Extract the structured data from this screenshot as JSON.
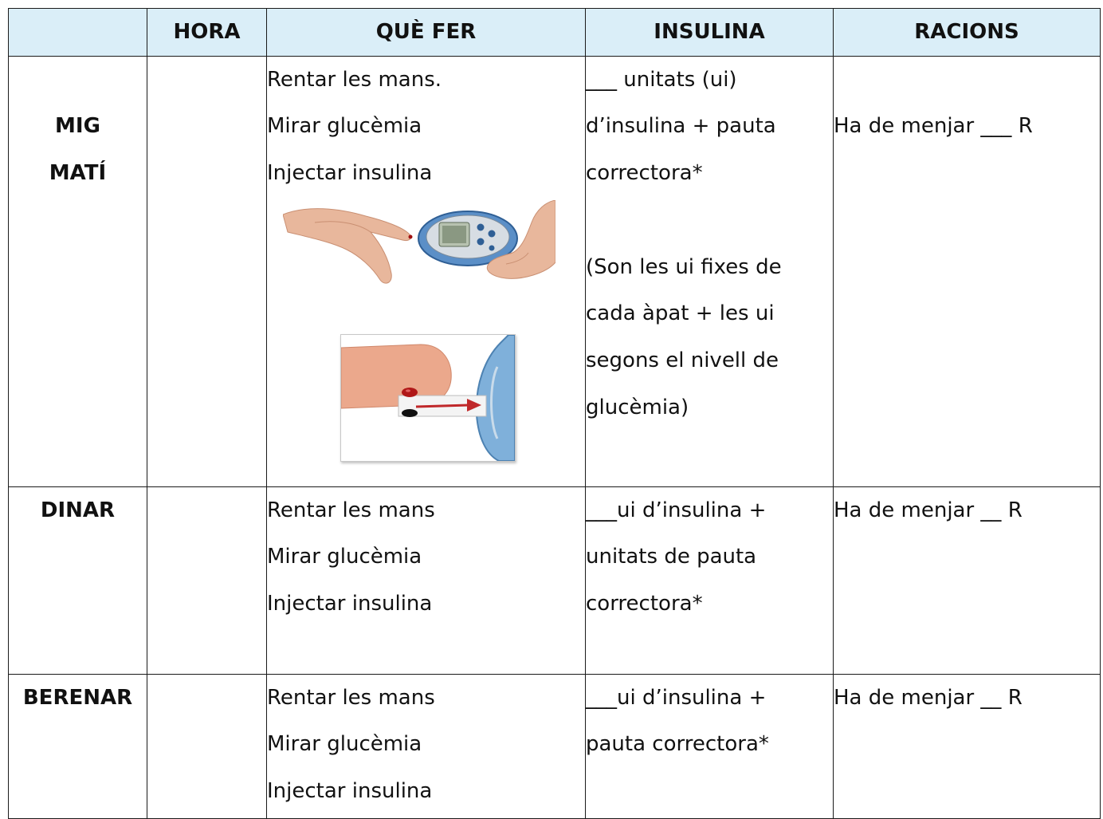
{
  "header": {
    "col0": "",
    "hora": "HORA",
    "que_fer": "QUÈ FER",
    "insulina": "INSULINA",
    "racions": "RACIONS"
  },
  "rows": [
    {
      "label_lines": [
        "MIG",
        "MATÍ"
      ],
      "hora": "",
      "que_fer": [
        "Rentar les mans.",
        "Mirar glucèmia",
        "Injectar insulina"
      ],
      "insulina": [
        "___ unitats (ui)",
        "d’insulina + pauta",
        "correctora*"
      ],
      "insulina_note": [
        "(Son les ui fixes de",
        "cada àpat + les ui",
        "segons el nivell de",
        "glucèmia)"
      ],
      "racions": "Ha de menjar ___ R"
    },
    {
      "label_lines": [
        "DINAR"
      ],
      "hora": "",
      "que_fer": [
        "Rentar les mans",
        "Mirar glucèmia",
        "Injectar insulina"
      ],
      "insulina": [
        "___ui d’insulina +",
        "unitats de pauta",
        "correctora*"
      ],
      "racions": "Ha de menjar  __ R"
    },
    {
      "label_lines": [
        "BERENAR"
      ],
      "hora": "",
      "que_fer": [
        "Rentar les mans",
        "Mirar glucèmia",
        "Injectar insulina"
      ],
      "insulina": [
        "___ui d’insulina +",
        "pauta correctora*"
      ],
      "racions": "Ha de menjar  __ R"
    }
  ],
  "images": [
    {
      "name": "glucometer-hands-illustration"
    },
    {
      "name": "finger-test-strip-illustration"
    }
  ],
  "colors": {
    "header_bg": "#daeef8",
    "border": "#1a1a1a"
  }
}
